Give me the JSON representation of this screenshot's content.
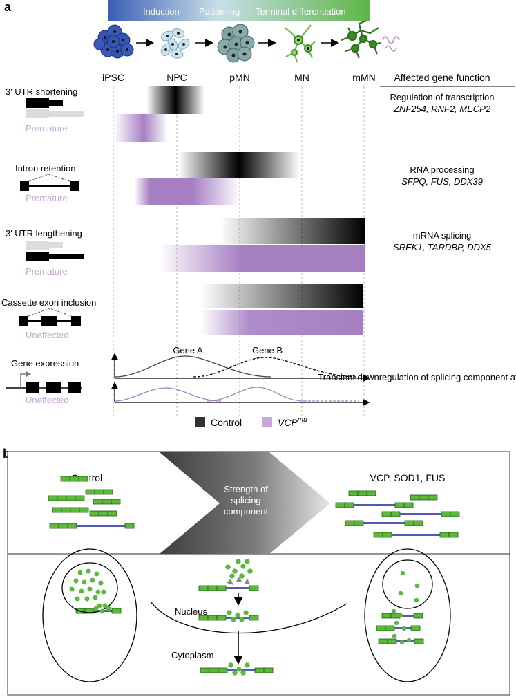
{
  "panel_a": {
    "label": "a",
    "stage_bar": [
      "Induction",
      "Patterning",
      "Terminal differentiation"
    ],
    "stages": [
      "iPSC",
      "NPC",
      "pMN",
      "MN",
      "mMN"
    ],
    "function_header": "Affected gene function",
    "rows": [
      {
        "event": "3′ UTR shortening",
        "status": "Premature",
        "function": "Regulation of transcription",
        "genes": "ZNF254, RNF2, MECP2"
      },
      {
        "event": "Intron retention",
        "status": "Premature",
        "function": "RNA processing",
        "genes": "SFPQ, FUS, DDX39"
      },
      {
        "event": "3′ UTR lengthening",
        "status": "Premature",
        "function": "mRNA splicing",
        "genes": "SREK1, TARDBP, DDX5"
      },
      {
        "event": "Cassette exon inclusion",
        "status": "Unaffected",
        "function": "",
        "genes": ""
      },
      {
        "event": "Gene expression",
        "status": "Unaffected",
        "function": "Transient downregulation of splicing component at NPC stage.",
        "genes": ""
      }
    ],
    "gene_a": "Gene A",
    "gene_b": "Gene B",
    "legend": {
      "control": "Control",
      "vcp": "VCP",
      "vcp_sup": "mu"
    },
    "colors": {
      "control": "#000000",
      "vcp": "#a67fc3",
      "premature_text": "#c8a8d8",
      "exon": "#000000"
    }
  },
  "panel_b": {
    "label": "b",
    "control": "Control",
    "arrow_text": "Strength of splicing component",
    "mutants": "VCP, SOD1, FUS",
    "nucleus": "Nucleus",
    "cytoplasm": "Cytoplasm",
    "colors": {
      "exon": "#5cb83a",
      "intron": "#5058b8",
      "protein": "#5cb83a"
    }
  }
}
